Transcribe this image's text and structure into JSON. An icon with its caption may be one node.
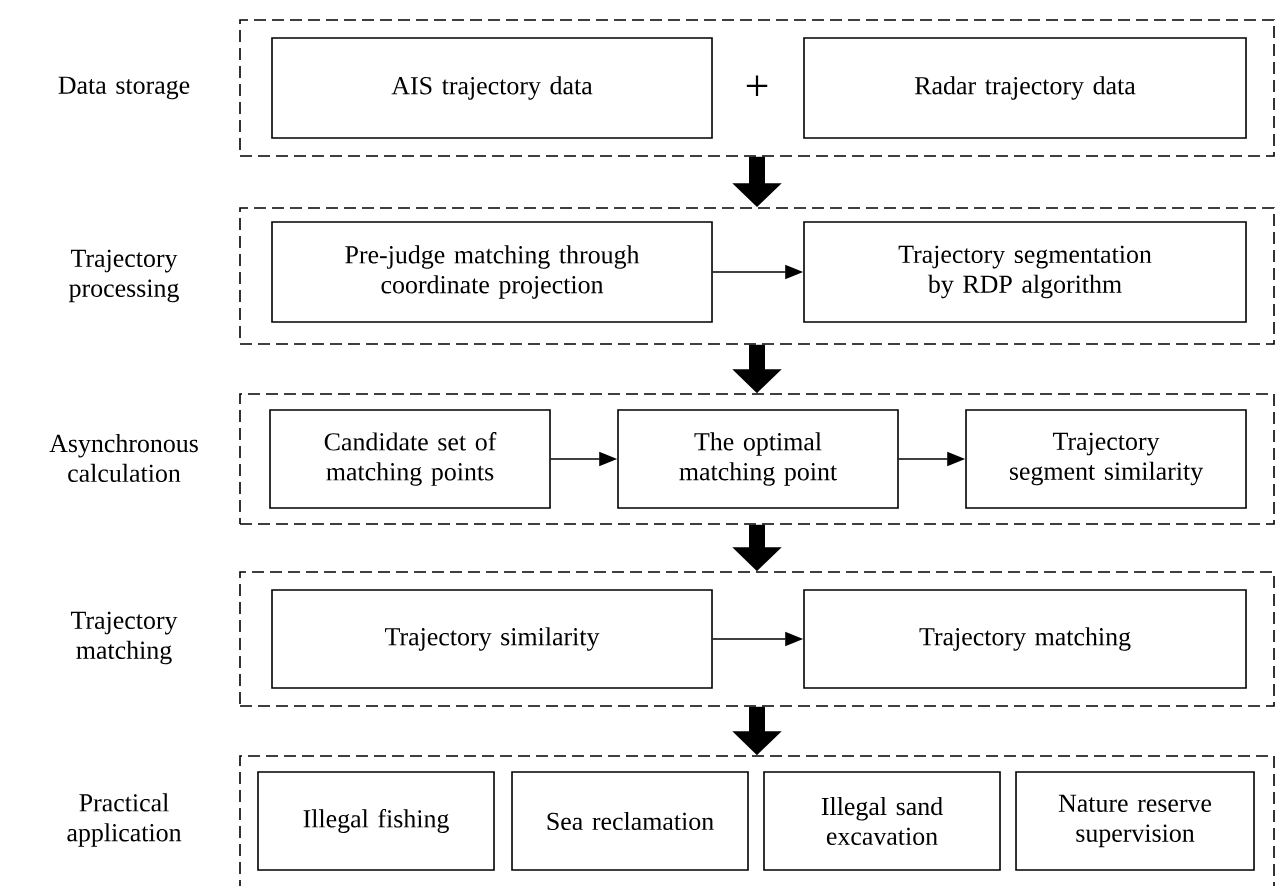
{
  "diagram": {
    "nodes": [
      {
        "text": [
          "Data storage"
        ]
      },
      {
        "text": [
          "AIS trajectory data"
        ],
        "in": 0
      },
      {
        "text": [
          "Radar trajectory data"
        ],
        "in": 0
      },
      {
        "text": [
          "Trajectory processing"
        ]
      },
      {
        "text": [
          "Pre-judge matching through coordinate projection"
        ],
        "in": 3
      },
      {
        "text": [
          "Trajectory segmentation by RDP algorithm"
        ],
        "in": 3
      },
      {
        "text": [
          "Asynchronous calculation"
        ]
      },
      {
        "text": [
          "Candidate set of matching points"
        ],
        "in": 6
      },
      {
        "text": [
          "The optimal matching point"
        ],
        "in": 6
      },
      {
        "text": [
          "Trajectory segment similarity"
        ],
        "in": 6
      },
      {
        "text": [
          "Trajectory matching"
        ]
      },
      {
        "text": [
          "Trajectory similarity"
        ],
        "in": 10
      },
      {
        "text": [
          "Trajectory matching"
        ],
        "in": 10
      },
      {
        "text": [
          "Practical application"
        ]
      },
      {
        "text": [
          "Illegal fishing"
        ],
        "in": 13
      },
      {
        "text": [
          "Sea reclamation"
        ],
        "in": 13
      },
      {
        "text": [
          "Illegal sand excavation"
        ],
        "in": 13
      },
      {
        "text": [
          "Nature reserve supervision"
        ],
        "in": 13
      }
    ],
    "edges": [
      {
        "from": 0,
        "to": 3,
        "arrow": "to",
        "style": "thick"
      },
      {
        "from": 4,
        "to": 5,
        "arrow": "to"
      },
      {
        "from": 3,
        "to": 6,
        "arrow": "to",
        "style": "thick"
      },
      {
        "from": 7,
        "to": 8,
        "arrow": "to"
      },
      {
        "from": 8,
        "to": 9,
        "arrow": "to"
      },
      {
        "from": 6,
        "to": 10,
        "arrow": "to",
        "style": "thick"
      },
      {
        "from": 11,
        "to": 12,
        "arrow": "to"
      },
      {
        "from": 10,
        "to": 13,
        "arrow": "to",
        "style": "thick"
      }
    ],
    "labels": [
      "+"
    ]
  }
}
